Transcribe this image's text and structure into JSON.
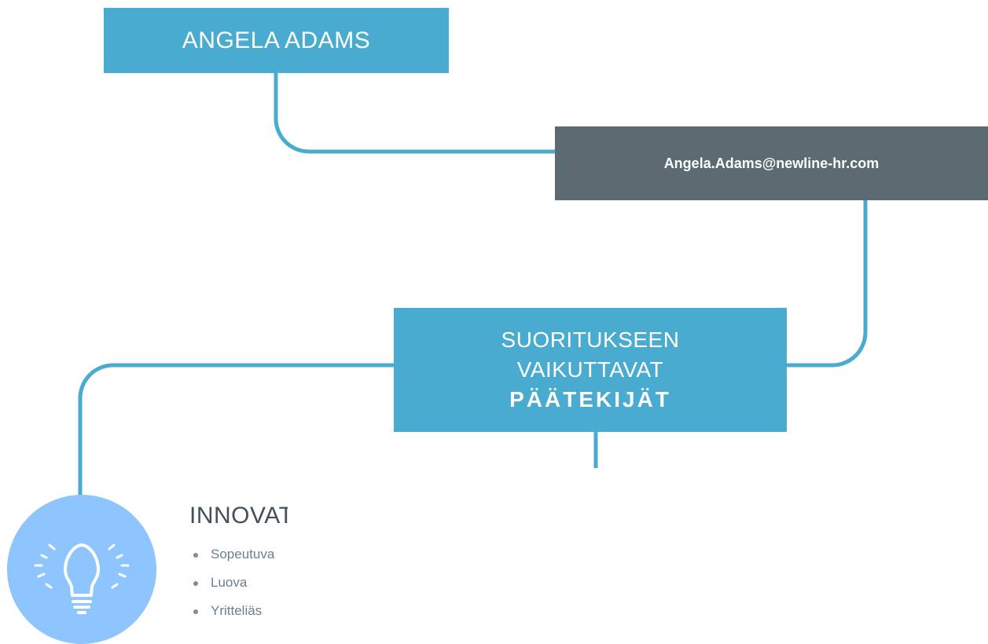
{
  "profile": {
    "name": "ANGELA ADAMS",
    "email": "Angela.Adams@newline-hr.com"
  },
  "section_title": {
    "line1": "SUORITUKSEEN",
    "line2": "VAIKUTTAVAT",
    "line3": "PÄÄTEKIJÄT"
  },
  "innovation": {
    "icon": "lightbulb-icon",
    "heading": "INNOVATIIVINEN",
    "traits": [
      "Sopeutuva",
      "Luova",
      "Yritteliäs"
    ]
  },
  "colors": {
    "accent_blue": "#4aabd0",
    "slate": "#5c6a72",
    "icon_circle": "#8ec5ff"
  }
}
